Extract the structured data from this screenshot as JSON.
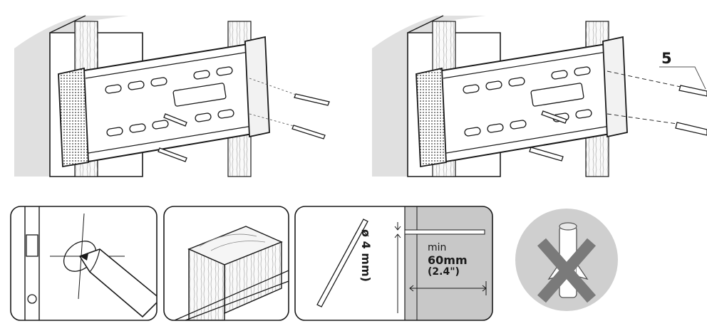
{
  "callouts": {
    "step_number": "5",
    "drill_diameter": "ø 4 mm)",
    "min_label": "min",
    "min_depth_mm": "60mm",
    "min_depth_in": "(2.4\")"
  },
  "icons": {
    "no_anchor": "red-x-over-wall-plug-icon"
  },
  "colors": {
    "line": "#1a1a1a",
    "wall_shadow": "#d8d8d8",
    "plate": "#ffffff",
    "hole_gray": "#d9d9d9",
    "drill_zone": "#c8c8c8",
    "circle_bg": "#cfcfcf",
    "cross": "#7a7a7a"
  }
}
